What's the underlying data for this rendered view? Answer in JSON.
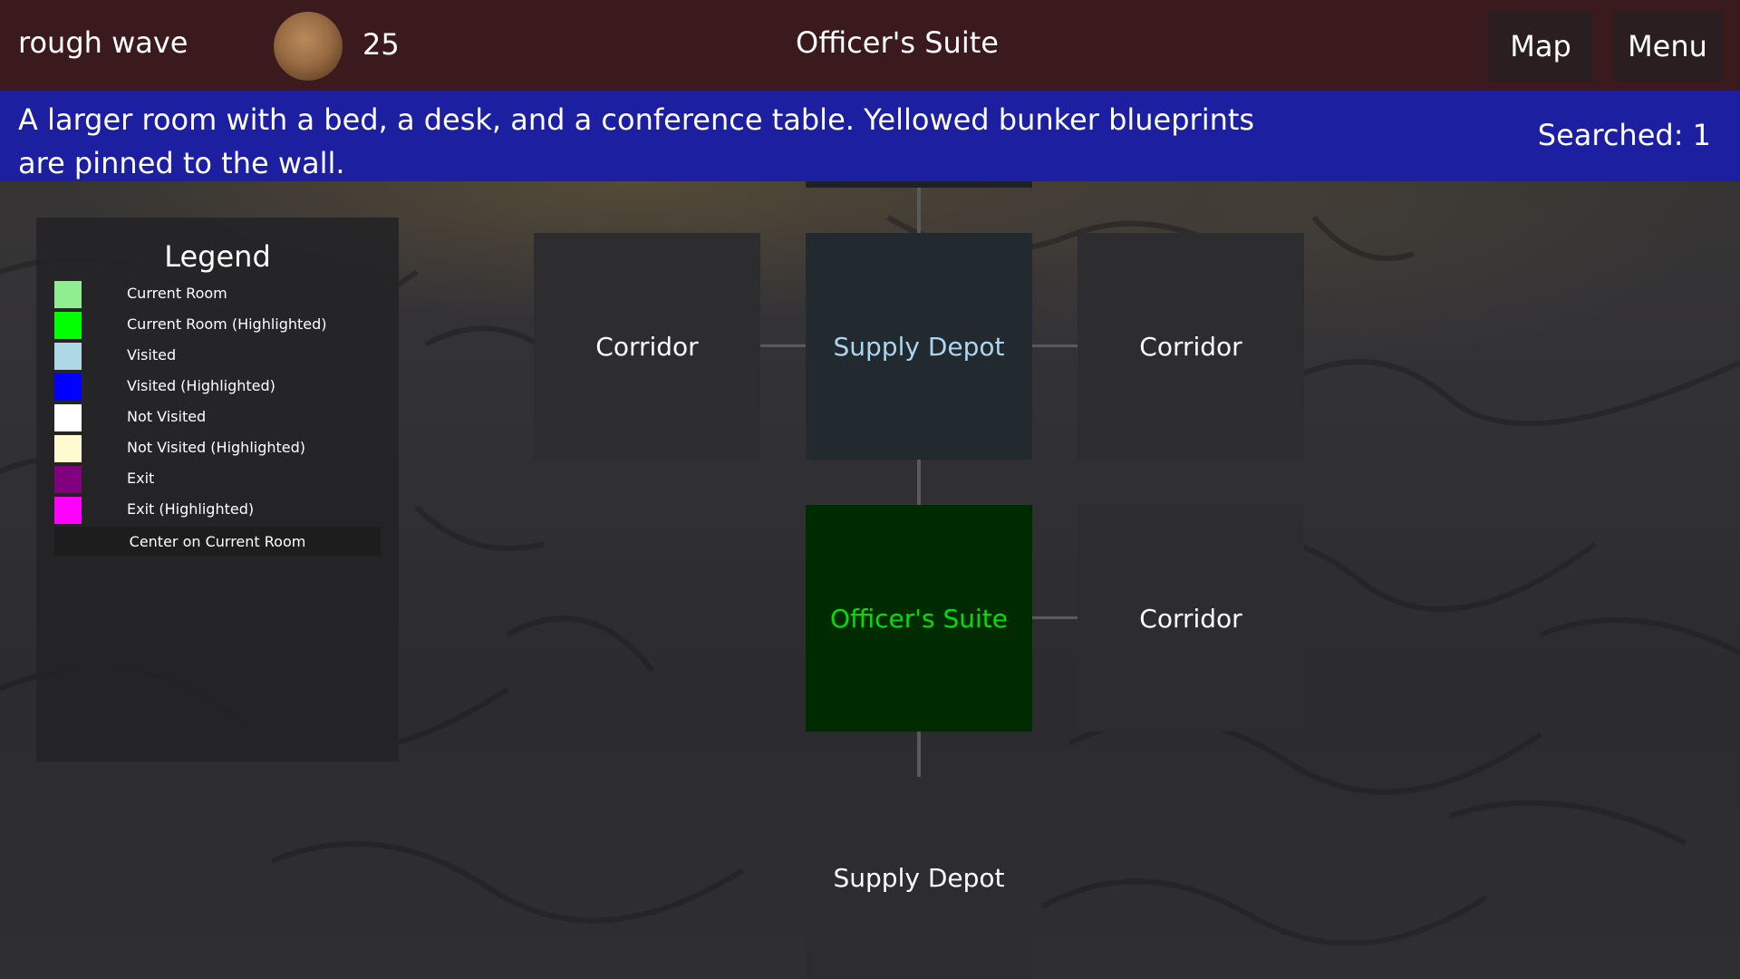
{
  "topbar": {
    "player_name": "rough wave",
    "coin_count": "25",
    "room_title": "Officer's Suite",
    "map_label": "Map",
    "menu_label": "Menu"
  },
  "description": {
    "text": "A larger room with a bed, a desk, and a conference table. Yellowed bunker blueprints are pinned to the wall.",
    "searched_label": "Searched:",
    "searched_count": "1"
  },
  "legend": {
    "title": "Legend",
    "items": [
      {
        "label": "Current Room",
        "color": "#90ee90"
      },
      {
        "label": "Current Room (Highlighted)",
        "color": "#00ff00"
      },
      {
        "label": "Visited",
        "color": "#add8e6"
      },
      {
        "label": "Visited (Highlighted)",
        "color": "#0000ff"
      },
      {
        "label": "Not Visited",
        "color": "#ffffff"
      },
      {
        "label": "Not Visited (Highlighted)",
        "color": "#fffbd0"
      },
      {
        "label": "Exit",
        "color": "#800080"
      },
      {
        "label": "Exit (Highlighted)",
        "color": "#ff00ff"
      }
    ],
    "center_button": "Center on Current Room"
  },
  "map": {
    "rooms": [
      {
        "name": "Corridor",
        "status": "not-visited"
      },
      {
        "name": "Supply Depot",
        "status": "visited"
      },
      {
        "name": "Corridor",
        "status": "not-visited"
      },
      {
        "name": "Officer's Suite",
        "status": "current"
      },
      {
        "name": "Corridor",
        "status": "not-visited"
      },
      {
        "name": "Supply Depot",
        "status": "not-visited"
      }
    ]
  },
  "colors": {
    "topbar": "#3a1a1d",
    "description_bar": "#1c1fa0",
    "current_text": "#00e000",
    "visited_text": "#aad6f0"
  }
}
